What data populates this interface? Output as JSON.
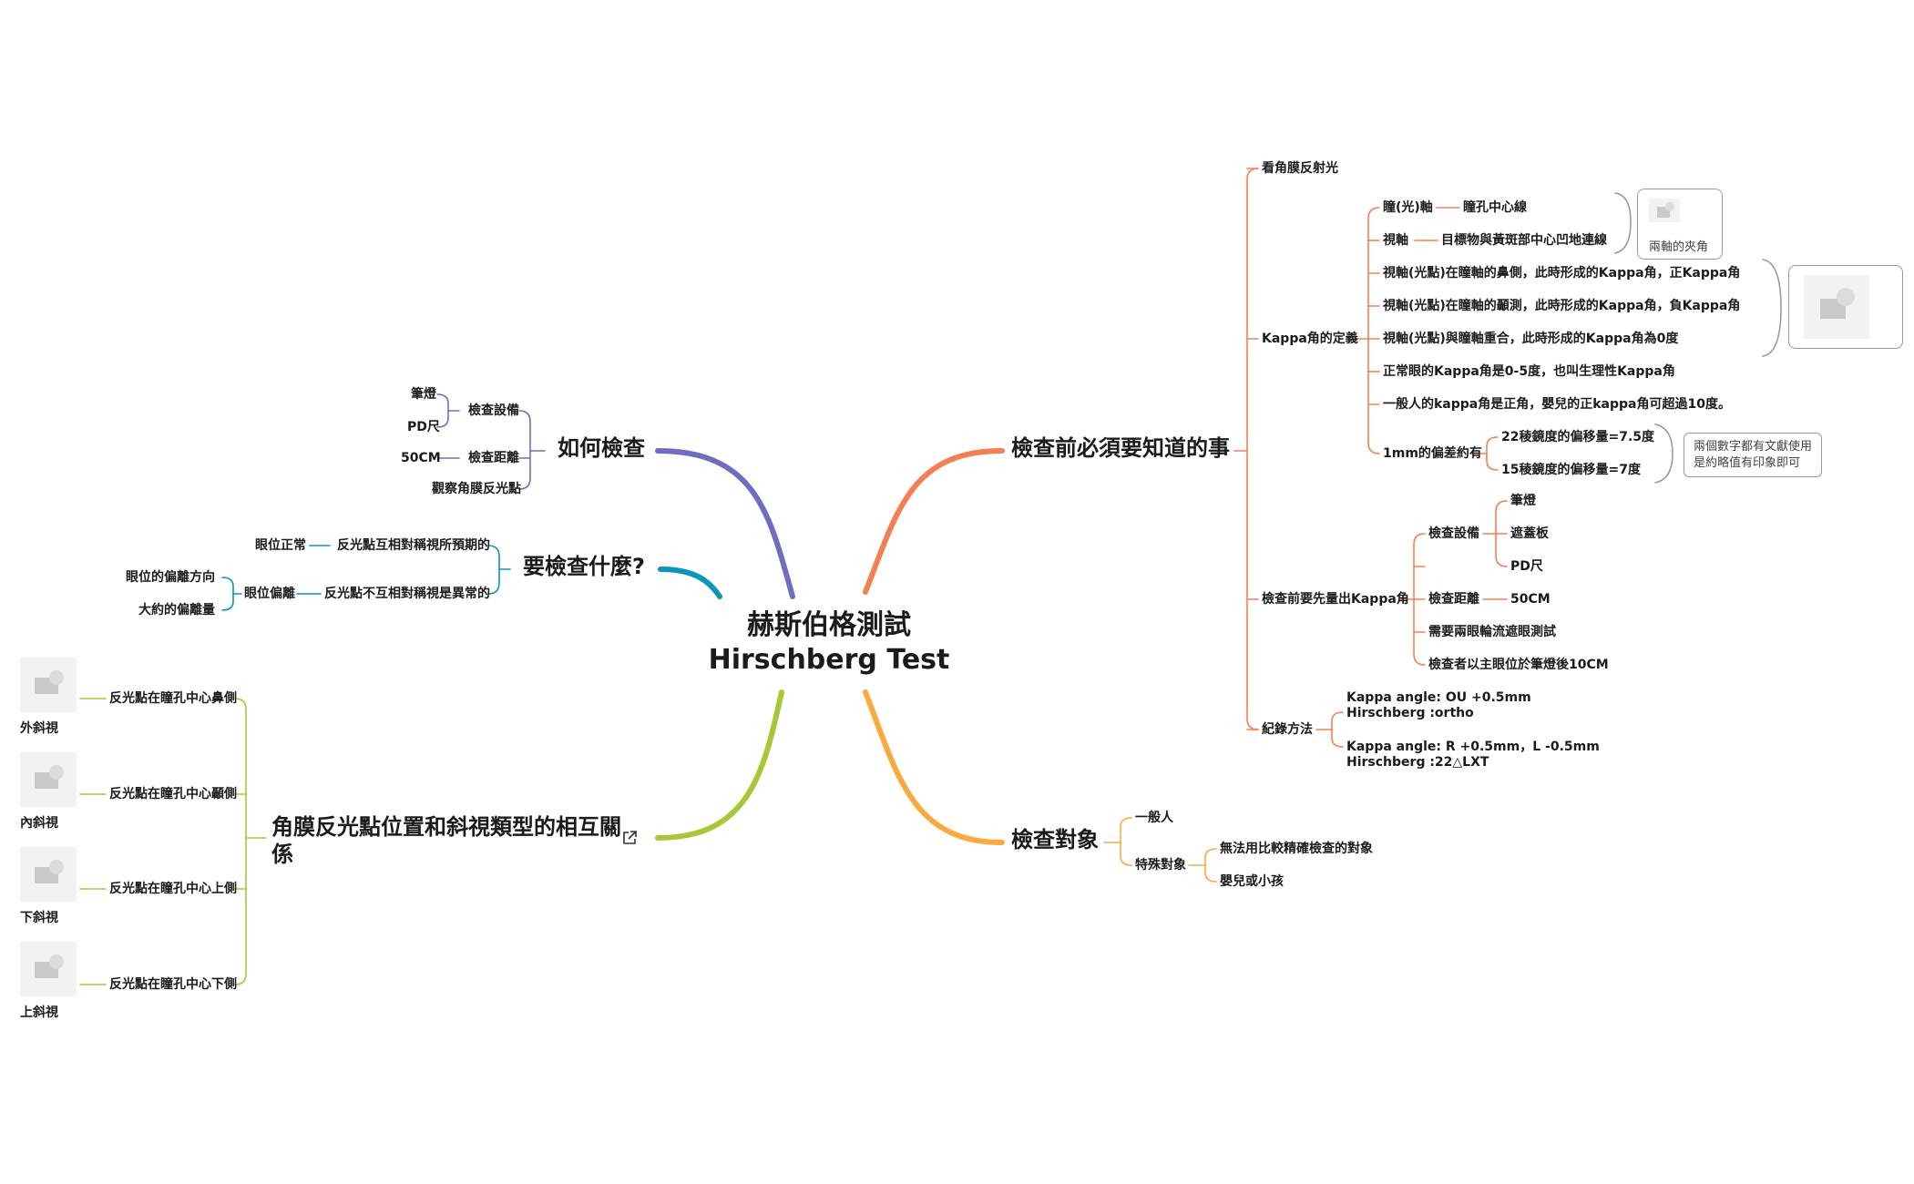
{
  "center": {
    "line1": "赫斯伯格測試",
    "line2": "Hirschberg Test"
  },
  "colors": {
    "orange": "#F38051",
    "amber": "#F9A940",
    "purple": "#6E6EC0",
    "teal": "#0E93B9",
    "green": "#A6C736",
    "gray": "#9a9a9a"
  },
  "know": {
    "title": "檢查前必須要知道的事",
    "look": "看角膜反射光",
    "kappa_def": "Kappa角的定義",
    "pupil_axis": "瞳(光)軸",
    "pupil_axis_desc": "瞳孔中心線",
    "visual_axis": "視軸",
    "visual_axis_desc": "目標物與黃斑部中心凹地連線",
    "angle_note": "兩軸的夾角",
    "k1": "視軸(光點)在瞳軸的鼻側，此時形成的Kappa角，正Kappa角",
    "k2": "視軸(光點)在瞳軸的顳測，此時形成的Kappa角，負Kappa角",
    "k3": "視軸(光點)與瞳軸重合，此時形成的Kappa角為0度",
    "k4": "正常眼的Kappa角是0-5度，也叫生理性Kappa角",
    "k5": "一般人的kappa角是正角，嬰兒的正kappa角可超過10度。",
    "mm": "1mm的偏差約有",
    "mm1": "22稜鏡度的偏移量=7.5度",
    "mm2": "15稜鏡度的偏移量=7度",
    "mm_note1": "兩個數字都有文獻使用",
    "mm_note2": "是約略值有印象即可",
    "measure": "檢查前要先量出Kappa角",
    "equip": "檢查設備",
    "equip1": "筆燈",
    "equip2": "遮蓋板",
    "equip3": "PD尺",
    "dist": "檢查距離",
    "dist_val": "50CM",
    "alt": "需要兩眼輪流遮眼測試",
    "pos": "檢查者以主眼位於筆燈後10CM",
    "record": "紀錄方法",
    "rec1a": "Kappa angle: OU +0.5mm",
    "rec1b": "Hirschberg :ortho",
    "rec2a": "Kappa angle: R +0.5mm，L -0.5mm",
    "rec2b": "Hirschberg :22△LXT"
  },
  "subject": {
    "title": "檢查對象",
    "general": "一般人",
    "special": "特殊對象",
    "sp1": "無法用比較精確檢查的對象",
    "sp2": "嬰兒或小孩"
  },
  "how": {
    "title": "如何檢查",
    "equip": "檢查設備",
    "e1": "筆燈",
    "e2": "PD尺",
    "dist": "檢查距離",
    "dist_val": "50CM",
    "observe": "觀察角膜反光點"
  },
  "what": {
    "title": "要檢查什麼?",
    "sym": "反光點互相對稱視所預期的",
    "sym_res": "眼位正常",
    "asym": "反光點不互相對稱視是異常的",
    "asym_res": "眼位偏離",
    "dir": "眼位的偏離方向",
    "amt": "大約的偏離量"
  },
  "relation": {
    "title_l1": "角膜反光點位置和斜視類型的相互關",
    "title_l2": "係",
    "r1": "反光點在瞳孔中心鼻側",
    "r1_type": "外斜視",
    "r2": "反光點在瞳孔中心顳側",
    "r2_type": "內斜視",
    "r3": "反光點在瞳孔中心上側",
    "r3_type": "下斜視",
    "r4": "反光點在瞳孔中心下側",
    "r4_type": "上斜視"
  }
}
